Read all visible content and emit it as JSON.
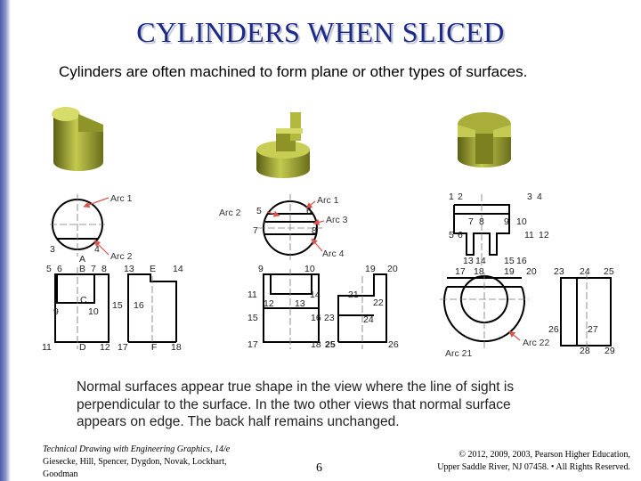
{
  "title": "CYLINDERS WHEN SLICED",
  "subtitle": "Cylinders are often machined to form plane or other types of surfaces.",
  "body_text": "Normal surfaces appear true shape in the view where the line of sight is perpendicular to the surface. In the two other views that normal surface appears on edge. The back half remains unchanged.",
  "footer": {
    "book_title": "Technical Drawing with Engineering Graphics, 14/e",
    "authors": "Giesecke, Hill, Spencer, Dygdon, Novak, Lockhart, Goodman",
    "page_number": "6",
    "copyright_line1": "© 2012, 2009, 2003, Pearson Higher Education,",
    "copyright_line2": "Upper Saddle River, NJ 07458. • All Rights Reserved."
  },
  "colors": {
    "title": "#1b2a86",
    "arrow": "#d9534f",
    "model": "#9ea337"
  },
  "figure_a": {
    "arc1": "Arc 1",
    "arc2": "Arc 2",
    "n1": "3",
    "n2": "4",
    "n3": "A",
    "n4": "5",
    "n5": "6",
    "n6": "B",
    "n7": "7",
    "n8": "8",
    "n9": "13",
    "n10": "E",
    "n11": "14",
    "n12": "C",
    "n13": "9",
    "n14": "10",
    "n15": "15",
    "n16": "16",
    "n17": "11",
    "n18": "D",
    "n19": "12",
    "n20": "17",
    "n21": "F",
    "n22": "18"
  },
  "figure_b": {
    "arc1": "Arc 1",
    "arc2": "Arc 2",
    "arc3": "Arc 3",
    "arc4": "Arc 4",
    "n1": "5",
    "n2": "6",
    "n3": "7",
    "n4": "8",
    "n5": "9",
    "n6": "10",
    "n7": "19",
    "n8": "20",
    "n9": "11",
    "n10": "12",
    "n11": "13",
    "n12": "14",
    "n13": "21",
    "n14": "22",
    "n15": "15",
    "n16": "16",
    "n17": "23",
    "n18": "24",
    "n19": "17",
    "n20": "18",
    "n21": "25",
    "n22": "26"
  },
  "figure_c": {
    "arc21": "Arc 21",
    "arc22": "Arc 22",
    "n1": "1",
    "n2": "2",
    "n3": "3",
    "n4": "4",
    "n5": "7",
    "n6": "8",
    "n7": "9",
    "n8": "10",
    "n9": "5",
    "n10": "6",
    "n11": "11",
    "n12": "12",
    "n13": "13",
    "n14": "14",
    "n15": "15",
    "n16": "16",
    "n17": "17",
    "n18": "18",
    "n19": "19",
    "n20": "20",
    "n21": "23",
    "n22": "24",
    "n23": "25",
    "n24": "26",
    "n25": "27",
    "n26": "28",
    "n27": "29"
  }
}
